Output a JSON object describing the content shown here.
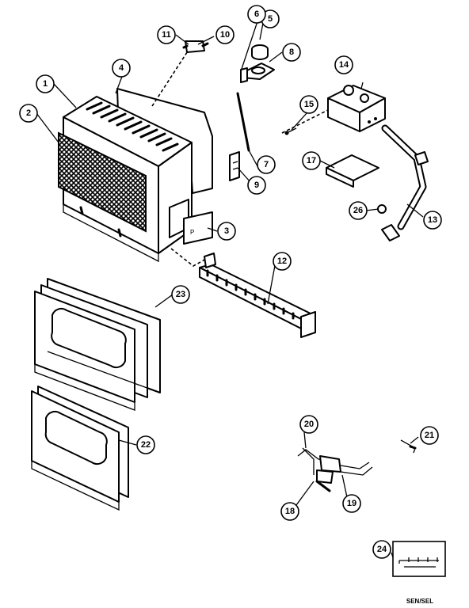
{
  "diagram": {
    "callouts": {
      "p1": "1",
      "p2": "2",
      "p3": "3",
      "p4": "4",
      "p5": "5",
      "p6": "6",
      "p7": "7",
      "p8": "8",
      "p9": "9",
      "p10": "10",
      "p11": "11",
      "p12": "12",
      "p13": "13",
      "p14": "14",
      "p15": "15",
      "p17": "17",
      "p18": "18",
      "p19": "19",
      "p20": "20",
      "p21": "21",
      "p22": "22",
      "p23": "23",
      "p24": "24",
      "p26": "26"
    },
    "caption_24": "SEN/SEL"
  }
}
